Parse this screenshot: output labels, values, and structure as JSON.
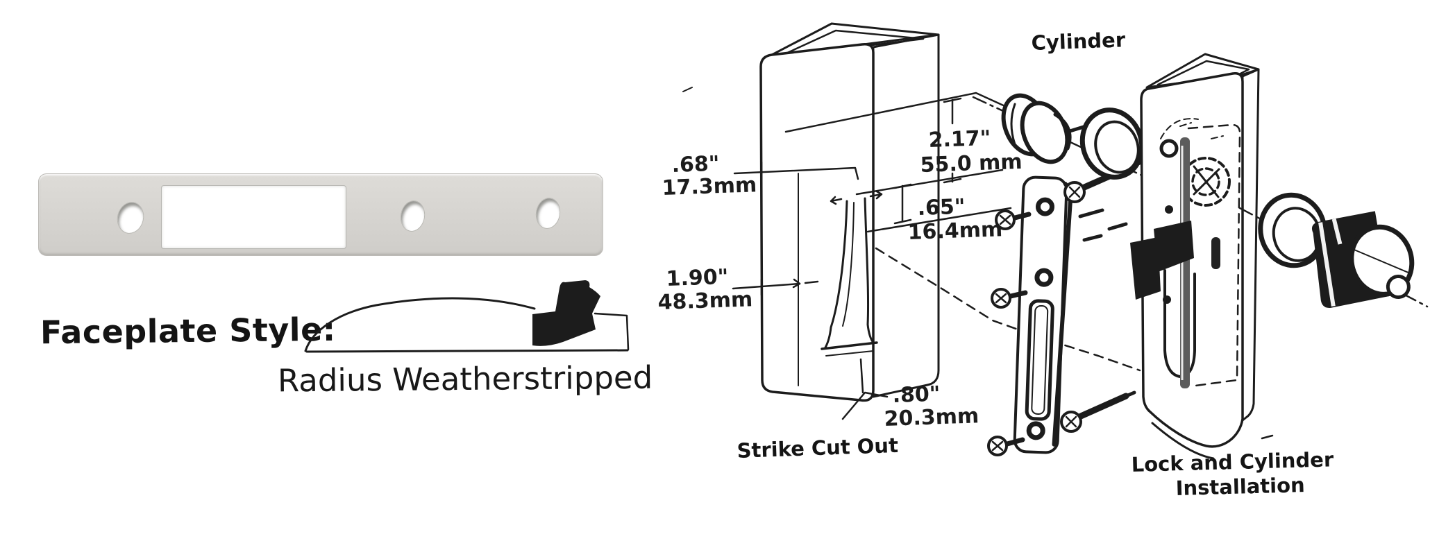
{
  "page": {
    "background_color": "#ffffff",
    "ink_color": "#1c1c1c",
    "plate_color": "#d7d5d1"
  },
  "faceplate_section": {
    "label": "Faceplate Style:",
    "style_name": "Radius Weatherstripped"
  },
  "installation_diagram": {
    "cylinder_label": "Cylinder",
    "strike_cutout_label": "Strike Cut Out",
    "lock_installation_label": {
      "line1": "Lock and Cylinder",
      "line2": "Installation"
    },
    "dimensions": {
      "cylinder_center_height": {
        "inches": "2.17\"",
        "mm": "55.0 mm"
      },
      "cutout_top_offset": {
        "inches": ".68\"",
        "mm": "17.3mm"
      },
      "cutout_slot_height": {
        "inches": ".65\"",
        "mm": "16.4mm"
      },
      "cutout_length": {
        "inches": "1.90\"",
        "mm": "48.3mm"
      },
      "cutout_bottom_offset": {
        "inches": ".80\"",
        "mm": "20.3mm"
      }
    }
  }
}
